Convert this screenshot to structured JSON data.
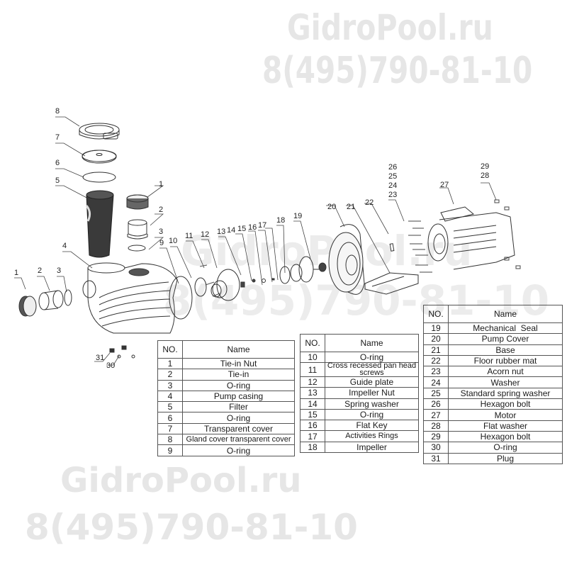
{
  "watermark": {
    "site": "GidroPool.ru",
    "phone": "8(495)790-81-10",
    "color": "#e6e6e6"
  },
  "diagram": {
    "callouts": [
      {
        "id": "c8",
        "label": "8"
      },
      {
        "id": "c7",
        "label": "7"
      },
      {
        "id": "c6",
        "label": "6"
      },
      {
        "id": "c5",
        "label": "5"
      },
      {
        "id": "c1a",
        "label": "1"
      },
      {
        "id": "c2a",
        "label": "2"
      },
      {
        "id": "c3a",
        "label": "3"
      },
      {
        "id": "c4",
        "label": "4"
      },
      {
        "id": "c1b",
        "label": "1"
      },
      {
        "id": "c2b",
        "label": "2"
      },
      {
        "id": "c3b",
        "label": "3"
      },
      {
        "id": "c9",
        "label": "9"
      },
      {
        "id": "c10",
        "label": "10"
      },
      {
        "id": "c11",
        "label": "11"
      },
      {
        "id": "c12",
        "label": "12"
      },
      {
        "id": "c13",
        "label": "13"
      },
      {
        "id": "c14",
        "label": "14"
      },
      {
        "id": "c15",
        "label": "15"
      },
      {
        "id": "c16",
        "label": "16"
      },
      {
        "id": "c17",
        "label": "17"
      },
      {
        "id": "c18",
        "label": "18"
      },
      {
        "id": "c19",
        "label": "19"
      },
      {
        "id": "c20",
        "label": "20"
      },
      {
        "id": "c21",
        "label": "21"
      },
      {
        "id": "c22",
        "label": "22"
      },
      {
        "id": "c26",
        "label": "26"
      },
      {
        "id": "c25",
        "label": "25"
      },
      {
        "id": "c24",
        "label": "24"
      },
      {
        "id": "c23",
        "label": "23"
      },
      {
        "id": "c27",
        "label": "27"
      },
      {
        "id": "c29",
        "label": "29"
      },
      {
        "id": "c28",
        "label": "28"
      },
      {
        "id": "c31",
        "label": "31"
      },
      {
        "id": "c30",
        "label": "30"
      }
    ]
  },
  "tables": {
    "headers": {
      "no": "NO.",
      "name": "Name"
    },
    "t1": [
      {
        "no": "1",
        "name": "Tie-in Nut"
      },
      {
        "no": "2",
        "name": "Tie-in"
      },
      {
        "no": "3",
        "name": "O-ring"
      },
      {
        "no": "4",
        "name": "Pump casing"
      },
      {
        "no": "5",
        "name": "Filter"
      },
      {
        "no": "6",
        "name": "O-ring"
      },
      {
        "no": "7",
        "name": "Transparent cover"
      },
      {
        "no": "8",
        "name": "Gland cover transparent cover"
      },
      {
        "no": "9",
        "name": "O-ring"
      }
    ],
    "t2": [
      {
        "no": "10",
        "name": "O-ring"
      },
      {
        "no": "11",
        "name": "Cross recessed pan head screws"
      },
      {
        "no": "12",
        "name": "Guide plate"
      },
      {
        "no": "13",
        "name": "Impeller Nut"
      },
      {
        "no": "14",
        "name": "Spring washer"
      },
      {
        "no": "15",
        "name": "O-ring"
      },
      {
        "no": "16",
        "name": "Flat Key"
      },
      {
        "no": "17",
        "name": "Activities Rings"
      },
      {
        "no": "18",
        "name": "Impeller"
      }
    ],
    "t3": [
      {
        "no": "19",
        "name": "Mechanical  Seal"
      },
      {
        "no": "20",
        "name": "Pump Cover"
      },
      {
        "no": "21",
        "name": "Base"
      },
      {
        "no": "22",
        "name": "Floor rubber mat"
      },
      {
        "no": "23",
        "name": "Acorn nut"
      },
      {
        "no": "24",
        "name": "Washer"
      },
      {
        "no": "25",
        "name": "Standard spring washer"
      },
      {
        "no": "26",
        "name": "Hexagon bolt"
      },
      {
        "no": "27",
        "name": "Motor"
      },
      {
        "no": "28",
        "name": "Flat washer"
      },
      {
        "no": "29",
        "name": "Hexagon bolt"
      },
      {
        "no": "30",
        "name": "O-ring"
      },
      {
        "no": "31",
        "name": "Plug"
      }
    ]
  }
}
